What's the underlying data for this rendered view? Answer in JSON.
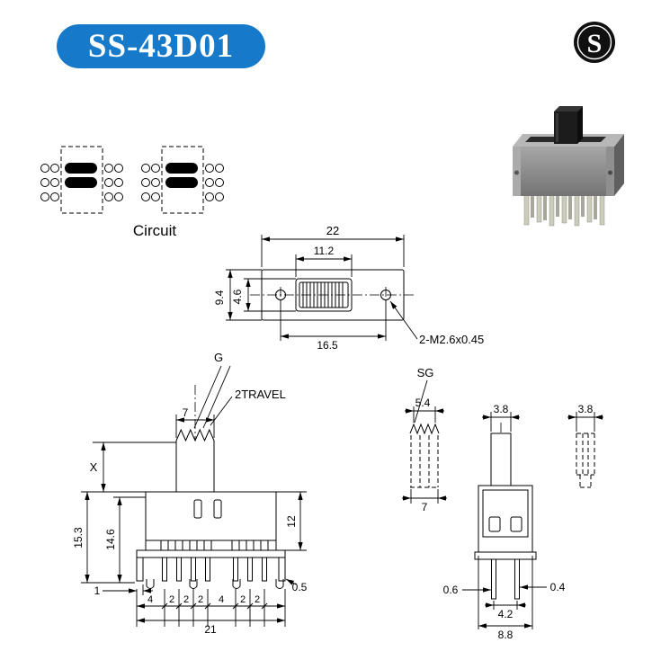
{
  "header": {
    "model": "SS-43D01",
    "logo_letter": "S"
  },
  "accent_colors": {
    "badge_blue": "#1779c9"
  },
  "circuit": {
    "label": "Circuit"
  },
  "top_view": {
    "dim_total_width": "22",
    "dim_window_width": "11.2",
    "dim_total_height": "9.4",
    "dim_window_height": "4.6",
    "dim_hole_span": "16.5",
    "thread_callout": "2-M2.6x0.45"
  },
  "front_view": {
    "knob_label": "G",
    "travel_label": "2TRAVEL",
    "dim_knob_width": "7",
    "dim_x": "X",
    "dim_height_total": "15.3",
    "dim_height_frame": "14.6",
    "dim_body_height": "12",
    "dim_tab_width": "1",
    "pin_pitch": [
      "4",
      "2",
      "2",
      "2",
      "4",
      "2",
      "2"
    ],
    "dim_total_width": "21",
    "dim_pin_thickness": "0.5"
  },
  "side_views": {
    "sg_label": "SG",
    "dim_knob_top": "5.4",
    "dim_knob_base": "7",
    "dim_knob_thickness": "3.8",
    "dim_knob_thickness_alt": "3.8",
    "dim_pin_front": "0.6",
    "dim_pin_rear": "0.4",
    "dim_pin_span": "4.2",
    "dim_body_depth": "8.8"
  }
}
